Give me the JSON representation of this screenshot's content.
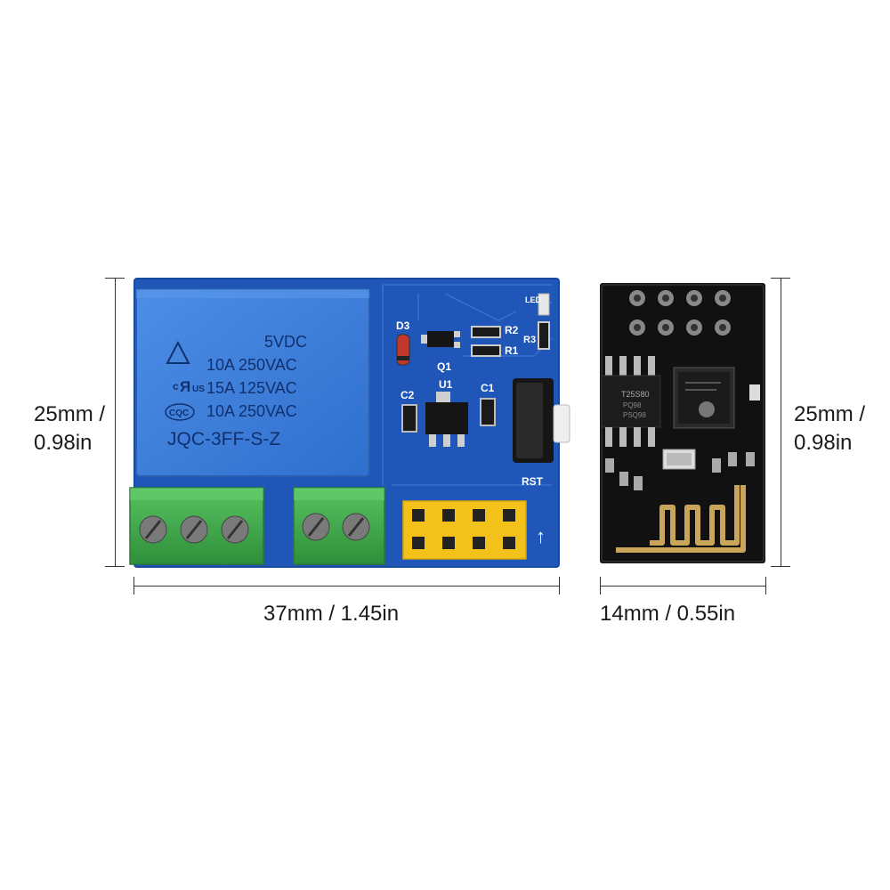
{
  "dimensions": {
    "relay_height_line1": "25mm /",
    "relay_height_line2": "0.98in",
    "relay_width": "37mm / 1.45in",
    "esp_height_line1": "25mm /",
    "esp_height_line2": "0.98in",
    "esp_width": "14mm / 0.55in"
  },
  "relay": {
    "line1": "5VDC",
    "line2": "10A 250VAC",
    "line3": "15A 125VAC",
    "line4": "10A 250VAC",
    "model": "JQC-3FF-S-Z",
    "cqc": "CQC",
    "us_mark": "US"
  },
  "pcb_labels": {
    "d3": "D3",
    "q1": "Q1",
    "r2": "R2",
    "r1": "R1",
    "r3": "R3",
    "led": "LED",
    "c2": "C2",
    "u1": "U1",
    "c1": "C1",
    "rst": "RST",
    "arrow": "↑"
  },
  "esp_chip": {
    "flash_line1": "T25S80",
    "flash_line2": "PQ98",
    "flash_line3": "PSQ98"
  },
  "colors": {
    "pcb_blue": "#1f56b8",
    "relay_blue": "#3d7fdc",
    "terminal_green": "#3fae4a",
    "header_yellow": "#f2c21b",
    "esp_black": "#111111",
    "antenna_gold": "#c9a55a"
  }
}
